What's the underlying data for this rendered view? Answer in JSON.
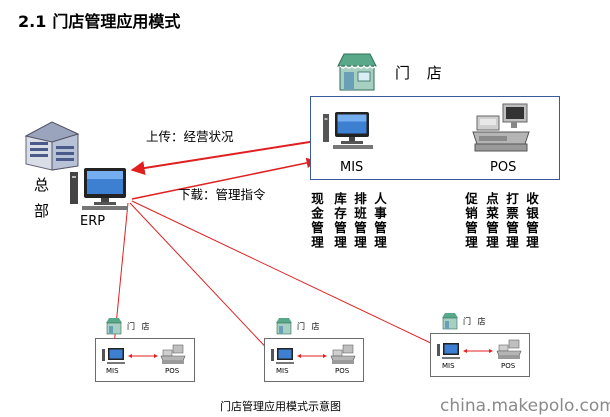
{
  "title": {
    "number": "2.1",
    "text": "门店管理应用模式"
  },
  "store": {
    "label": "门 店"
  },
  "hq": {
    "label_char1": "总",
    "label_char2": "部"
  },
  "nodes": {
    "erp": "ERP",
    "mis": "MIS",
    "pos": "POS"
  },
  "arrows": {
    "upload": "上传：经营状况",
    "download": "下载：管理指令"
  },
  "mis_functions": [
    "现金管理",
    "库存管理",
    "排班管理",
    "人事管理"
  ],
  "pos_functions": [
    "促销管理",
    "点菜管理",
    "打票管理",
    "收银管理"
  ],
  "small_stores": [
    {
      "store_label": "门 店",
      "mis": "MIS",
      "pos": "POS"
    },
    {
      "store_label": "门 店",
      "mis": "MIS",
      "pos": "POS"
    },
    {
      "store_label": "门 店",
      "mis": "MIS",
      "pos": "POS"
    }
  ],
  "caption": "门店管理应用模式示意图",
  "watermark": "china.makepolo.com",
  "colors": {
    "arrow": "#e02020",
    "box_border": "#3a5aa0",
    "store_roof": "#5aa88a"
  }
}
